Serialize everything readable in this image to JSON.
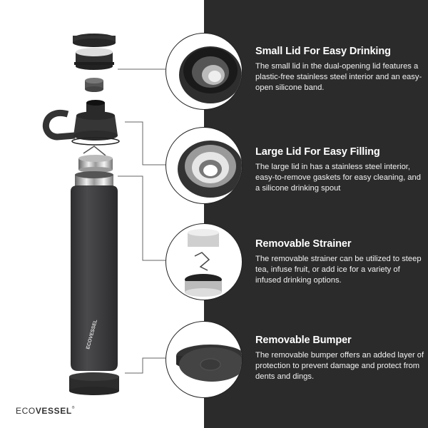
{
  "brand": {
    "logo_light": "ECO",
    "logo_bold": "VESSEL",
    "logo_mark": "®",
    "bottle_text": "ECOVESSEL"
  },
  "colors": {
    "dark_panel": "#2b2b2b",
    "bottle_body": "#3a3a3c",
    "text_light": "#ffffff",
    "line": "#555555"
  },
  "features": [
    {
      "title": "Small Lid For Easy Drinking",
      "description": "The small lid in the dual-opening lid features a plastic-free stainless steel interior and an easy-open silicone band.",
      "icon": "small-lid-closeup"
    },
    {
      "title": "Large Lid For Easy Filling",
      "description": "The large lid in has a stainless steel interior, easy-to-remove gaskets for easy cleaning, and a silicone drinking spout",
      "icon": "large-lid-closeup"
    },
    {
      "title": "Removable Strainer",
      "description": "The removable strainer can be utilized to steep tea, infuse fruit, or add ice for a variety of infused drinking options.",
      "icon": "strainer-closeup"
    },
    {
      "title": "Removable Bumper",
      "description": "The removable bumper offers an added layer of protection to prevent damage and protect from dents and dings.",
      "icon": "bumper-closeup"
    }
  ]
}
